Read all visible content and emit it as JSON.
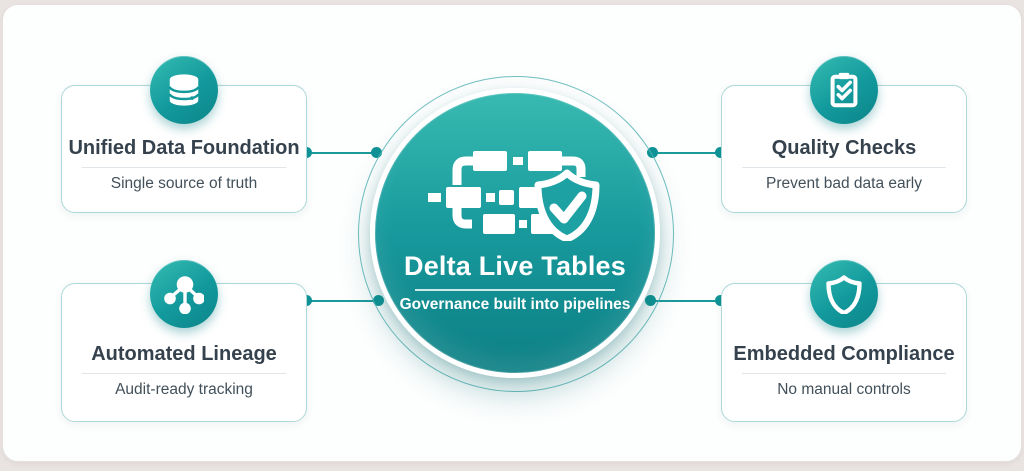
{
  "center": {
    "title": "Delta Live Tables",
    "subtitle": "Governance built into pipelines",
    "icon": "pipeline-shield-icon"
  },
  "cards": [
    {
      "position": "top-left",
      "icon": "database-icon",
      "title": "Unified Data Foundation",
      "subtitle": "Single source of truth"
    },
    {
      "position": "top-right",
      "icon": "clipboard-check-icon",
      "title": "Quality Checks",
      "subtitle": "Prevent bad data early"
    },
    {
      "position": "bottom-left",
      "icon": "network-nodes-icon",
      "title": "Automated Lineage",
      "subtitle": "Audit-ready tracking"
    },
    {
      "position": "bottom-right",
      "icon": "shield-icon",
      "title": "Embedded Compliance",
      "subtitle": "No manual controls"
    }
  ],
  "colors": {
    "hub_gradient_top": "#38bab1",
    "hub_gradient_bottom": "#0c7f84",
    "badge_teal": "#12999c",
    "card_border": "#aed8d7",
    "connector": "#0f9396",
    "title_text": "#35424d",
    "subtitle_text": "#42505a",
    "canvas_bg": "#fdfefe",
    "page_bg": "#e9e3e2"
  }
}
